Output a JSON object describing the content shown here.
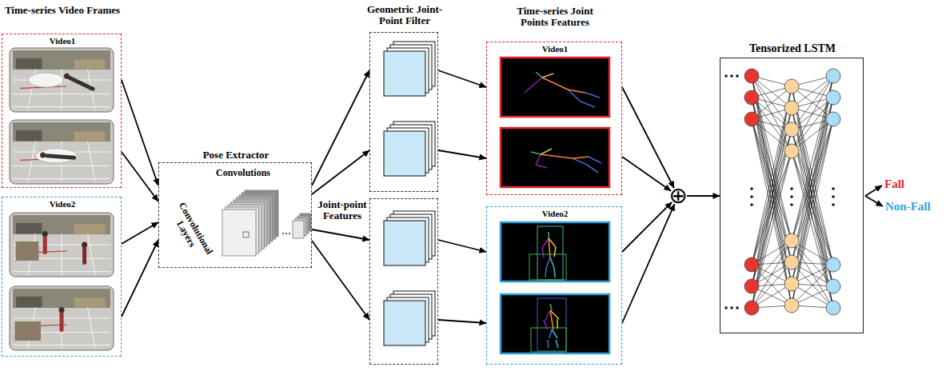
{
  "diagram": {
    "nodes": [
      {
        "text": [
          "Time-series Video Frames",
          "Video1"
        ]
      },
      {
        "text": [
          "Video2"
        ]
      },
      {
        "text": [
          "Pose Extractor",
          "Convolutions",
          "Convolutional Layers"
        ]
      },
      {
        "text": [
          "Geometric Joint-Point Filter"
        ]
      },
      {
        "text": [
          "Joint-point Features"
        ]
      },
      {
        "text": [
          "Time-series Joint Points Features",
          "Video1"
        ]
      },
      {
        "text": [
          "Video2"
        ]
      },
      {
        "text": [
          "⊕"
        ]
      },
      {
        "text": [
          "Tensorized LSTM"
        ]
      }
    ],
    "edges": [
      {
        "from": 0,
        "to": 2,
        "arrow": "to"
      },
      {
        "from": 0,
        "to": 2,
        "arrow": "to"
      },
      {
        "from": 1,
        "to": 2,
        "arrow": "to"
      },
      {
        "from": 1,
        "to": 2,
        "arrow": "to"
      },
      {
        "from": 2,
        "to": 3,
        "arrow": "to"
      },
      {
        "from": 2,
        "to": 3,
        "arrow": "to"
      },
      {
        "from": 2,
        "to": 4,
        "arrow": "to"
      },
      {
        "from": 2,
        "to": 4,
        "arrow": "to"
      },
      {
        "from": 3,
        "to": 5,
        "arrow": "to"
      },
      {
        "from": 3,
        "to": 5,
        "arrow": "to"
      },
      {
        "from": 4,
        "to": 6,
        "arrow": "to"
      },
      {
        "from": 4,
        "to": 6,
        "arrow": "to"
      },
      {
        "from": 5,
        "to": 7,
        "arrow": "to"
      },
      {
        "from": 5,
        "to": 7,
        "arrow": "to"
      },
      {
        "from": 6,
        "to": 7,
        "arrow": "to"
      },
      {
        "from": 6,
        "to": 7,
        "arrow": "to"
      },
      {
        "from": 7,
        "to": 8,
        "arrow": "to"
      }
    ],
    "labels": [
      "Fall",
      "Non-Fall"
    ]
  }
}
